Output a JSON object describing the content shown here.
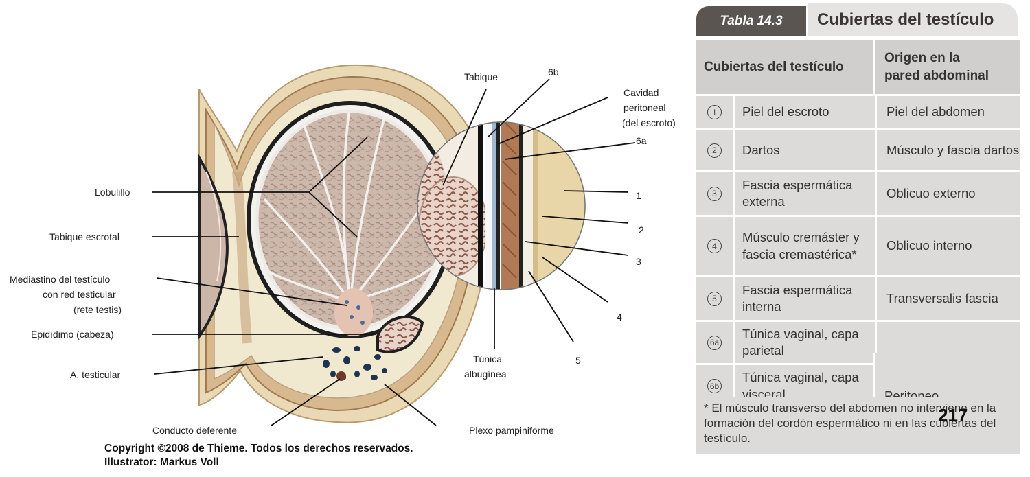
{
  "diagram": {
    "labels": {
      "tabique": "Tabique",
      "l6b": "6b",
      "cavidad1": "Cavidad",
      "cavidad2": "peritoneal",
      "cavidad3": "(del escroto)",
      "l6a": "6a",
      "lobulillo": "Lobulillo",
      "tabique_escrotal": "Tabique escrotal",
      "mediastino1": "Mediastino del testículo",
      "mediastino2": "con red testicular",
      "mediastino3": "(rete testis)",
      "epididimo": "Epidídimo (cabeza)",
      "a_testicular": "A. testicular",
      "conducto": "Conducto deferente",
      "plexo": "Plexo pampiniforme",
      "tunica1": "Túnica",
      "tunica2": "albugínea",
      "n1": "1",
      "n2": "2",
      "n3": "3",
      "n4": "4",
      "n5": "5"
    },
    "credit_line1": "Copyright ©2008 de Thieme. Todos los derechos reservados.",
    "credit_line2": "Illustrator: Markus Voll"
  },
  "table": {
    "number": "Tabla 14.3",
    "title": "Cubiertas del testículo",
    "col1": "Cubiertas del testículo",
    "col2_line1": "Origen en la",
    "col2_line2": "pared abdominal",
    "rows": [
      {
        "num": "1",
        "name": "Piel del escroto",
        "origin": "Piel del abdomen"
      },
      {
        "num": "2",
        "name": "Dartos",
        "origin": "Músculo y fascia dartos"
      },
      {
        "num": "3",
        "name": "Fascia espermática externa",
        "origin": "Oblicuo externo"
      },
      {
        "num": "4",
        "name": "Músculo cremáster y fascia cremastérica*",
        "origin": "Oblicuo interno"
      },
      {
        "num": "5",
        "name": "Fascia espermática interna",
        "origin": "Transversalis fascia"
      },
      {
        "num": "6a",
        "name": "Túnica vaginal, capa parietal",
        "origin": ""
      },
      {
        "num": "6b",
        "name": "Túnica vaginal, capa visceral",
        "origin": ""
      }
    ],
    "merged_origin": "Peritoneo",
    "footnote": "* El músculo transverso del abdomen no interviene en la formación del cordón espermático ni en las cubiertas del testículo."
  },
  "page_number": "217"
}
